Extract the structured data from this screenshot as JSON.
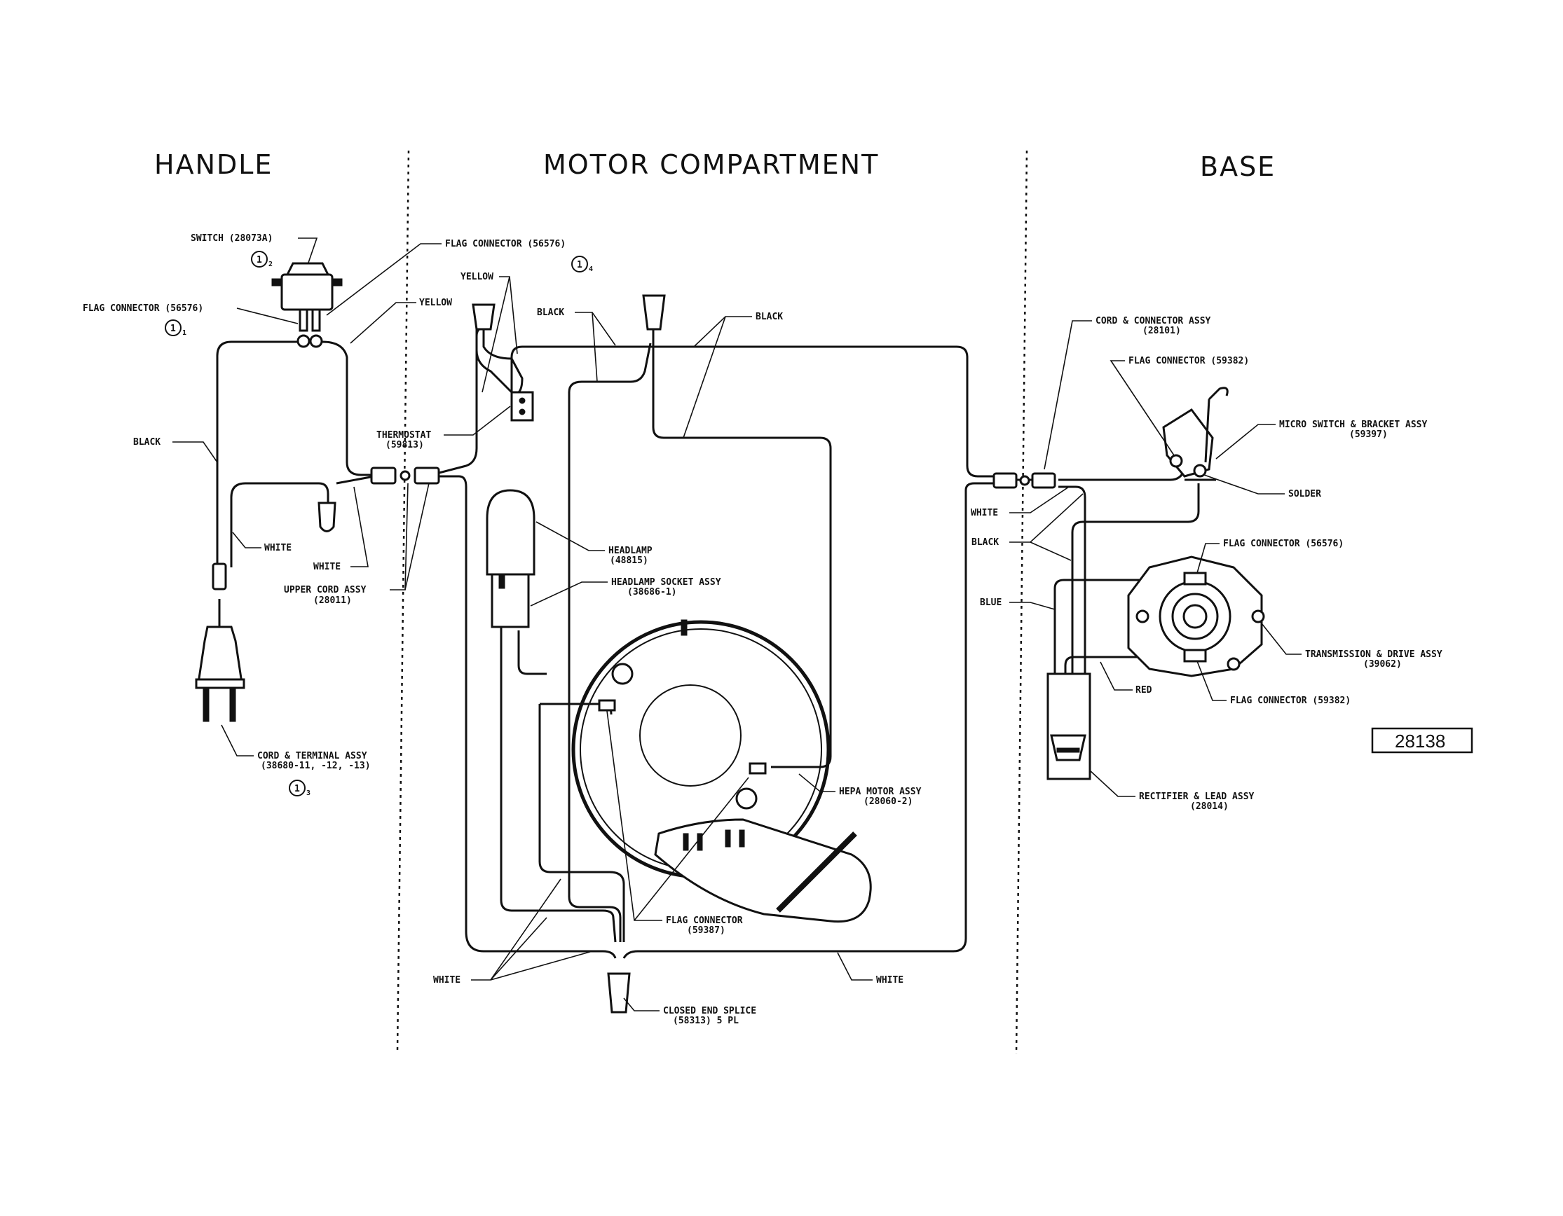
{
  "sections": {
    "handle": "HANDLE",
    "motor": "MOTOR COMPARTMENT",
    "base": "BASE"
  },
  "labels": {
    "switch": "SWITCH (28073A)",
    "flag_conn_handle_top": "FLAG CONNECTOR (56576)",
    "flag_conn_handle_left": "FLAG CONNECTOR (56576)",
    "yellow_1": "YELLOW",
    "yellow_2": "YELLOW",
    "black_handle": "BLACK",
    "black_motor_1": "BLACK",
    "black_motor_2": "BLACK",
    "thermostat_1": "THERMOSTAT",
    "thermostat_2": "(59813)",
    "white_handle_1": "WHITE",
    "white_handle_2": "WHITE",
    "upper_cord_1": "UPPER CORD ASSY",
    "upper_cord_2": "(28011)",
    "cord_terminal_1": "CORD & TERMINAL ASSY",
    "cord_terminal_2": "(38680-11, -12, -13)",
    "headlamp_1": "HEADLAMP",
    "headlamp_2": "(48815)",
    "headlamp_socket_1": "HEADLAMP SOCKET ASSY",
    "headlamp_socket_2": "(38686-1)",
    "hepa_motor_1": "HEPA MOTOR ASSY",
    "hepa_motor_2": "(28060-2)",
    "flag_conn_motor_1": "FLAG CONNECTOR",
    "flag_conn_motor_2": "(59387)",
    "white_motor_left": "WHITE",
    "white_motor_right": "WHITE",
    "closed_splice_1": "CLOSED END SPLICE",
    "closed_splice_2": "(58313) 5 PL",
    "cord_conn_base_1": "CORD & CONNECTOR ASSY",
    "cord_conn_base_2": "(28101)",
    "flag_conn_base_top": "FLAG CONNECTOR (59382)",
    "micro_switch_1": "MICRO SWITCH & BRACKET ASSY",
    "micro_switch_2": "(59397)",
    "solder": "SOLDER",
    "white_base": "WHITE",
    "black_base": "BLACK",
    "flag_conn_base_mid": "FLAG CONNECTOR (56576)",
    "blue_base": "BLUE",
    "transmission_1": "TRANSMISSION & DRIVE ASSY",
    "transmission_2": "(39062)",
    "red_base": "RED",
    "flag_conn_base_bottom": "FLAG CONNECTOR (59382)",
    "rectifier_1": "RECTIFIER & LEAD ASSY",
    "rectifier_2": "(28014)"
  },
  "callouts": {
    "c1": "1",
    "c1_sub": "1",
    "c2": "1",
    "c2_sub": "2",
    "c3": "1",
    "c3_sub": "3",
    "c4": "1",
    "c4_sub": "4"
  },
  "drawing_number": "28138"
}
